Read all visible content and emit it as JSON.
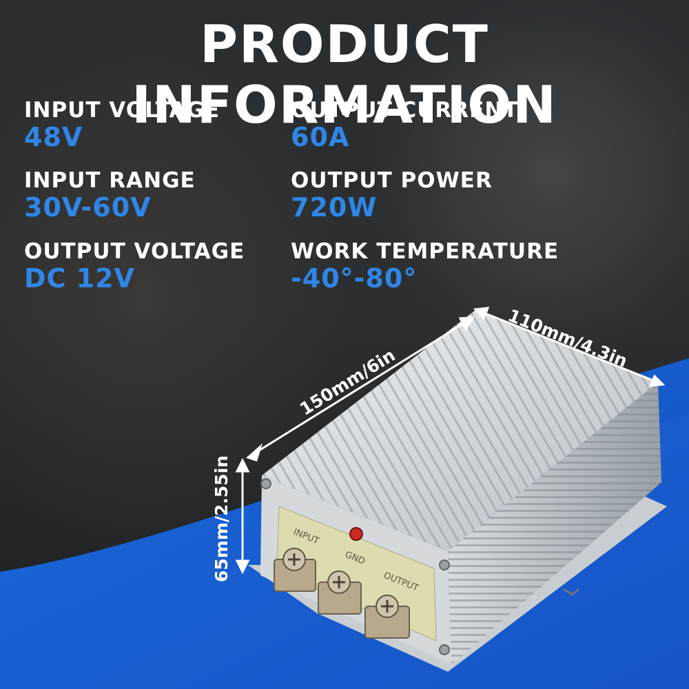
{
  "title": "PRODUCT INFORMATION",
  "specs": {
    "input_voltage": {
      "label": "INPUT VOLTAGE",
      "value": "48V"
    },
    "input_range": {
      "label": "INPUT RANGE",
      "value": "30V-60V"
    },
    "output_voltage": {
      "label": "OUTPUT VOLTAGE",
      "value": "DC 12V"
    },
    "output_current": {
      "label": "OUTPUT CURRENT",
      "value": "60A"
    },
    "output_power": {
      "label": "OUTPUT POWER",
      "value": "720W"
    },
    "work_temperature": {
      "label": "WORK TEMPERATURE",
      "value": "-40°-80°"
    }
  },
  "dimensions": {
    "length": "150mm/6in",
    "width": "110mm/4.3in",
    "height": "65mm/2.55in"
  },
  "terminals": {
    "input": "INPUT",
    "gnd": "GND",
    "output": "OUTPUT"
  },
  "colors": {
    "accent": "#2f86e6",
    "title": "#ffffff",
    "background_bottom": "#1a64d6"
  }
}
